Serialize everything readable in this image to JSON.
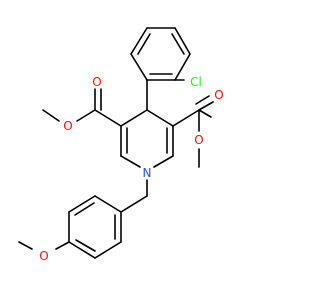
{
  "colors": {
    "bond": "#000000",
    "oxygen": "#ff0d0d",
    "nitrogen": "#3050f8",
    "chlorine": "#1ff01f"
  },
  "atoms": {
    "cl": "Cl",
    "o_ester_left_carbonyl": "O",
    "o_ester_left_ether": "O",
    "o_ester_right_carbonyl": "O",
    "o_ester_right_ether": "O",
    "n_ring": "N",
    "o_methoxy": "O"
  }
}
